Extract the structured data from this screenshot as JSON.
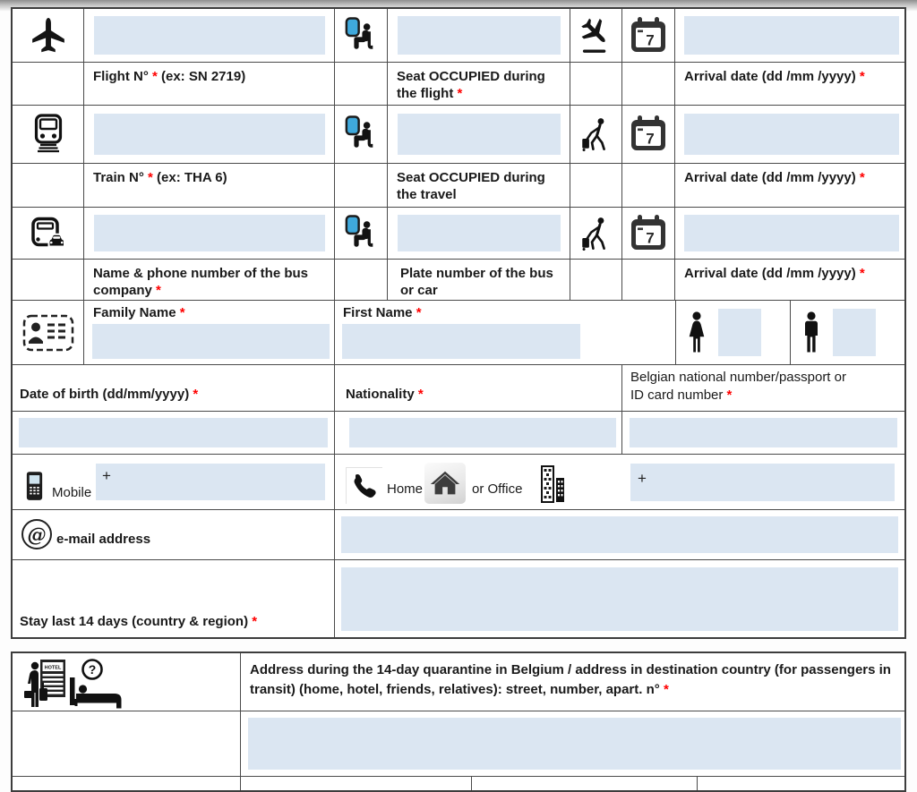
{
  "colors": {
    "field_fill": "#dbe6f2",
    "table_border": "#454545",
    "required_asterisk": "#ff0000",
    "seat_window_blue": "#3FA9DC",
    "text": "#1a1a1a"
  },
  "icons": [
    "airplane-icon",
    "train-icon",
    "bus-car-icon",
    "seat-icon",
    "plane-landing-icon",
    "traveler-luggage-icon",
    "calendar-icon",
    "id-card-icon",
    "woman-icon",
    "man-icon",
    "mobile-phone-icon",
    "phone-handset-icon",
    "home-icon",
    "office-building-icon",
    "at-icon",
    "hotel-guest-icon",
    "question-icon",
    "bed-icon"
  ],
  "form": {
    "calendar_day": "7",
    "transport": {
      "flight": {
        "number_label": "Flight N° * (ex: SN 2719)",
        "seat_label": "Seat OCCUPIED during the flight *",
        "arrival_label": "Arrival date (dd /mm /yyyy) *"
      },
      "train": {
        "number_label": "Train N° * (ex: THA 6)",
        "seat_label": "Seat OCCUPIED during the travel",
        "arrival_label": "Arrival date (dd /mm /yyyy) *"
      },
      "bus": {
        "number_label": "Name & phone number  of the bus company *",
        "seat_label": "Plate number of the bus or car",
        "arrival_label": "Arrival date (dd /mm /yyyy) *"
      }
    },
    "identity": {
      "family_name_label": "Family Name *",
      "first_name_label": "First Name *",
      "dob_label": "Date of birth (dd/mm/yyyy) *",
      "nationality_label": "Nationality *",
      "national_number_label": "Belgian national number/passport or ID card number *"
    },
    "contact": {
      "mobile_label": "Mobile",
      "mobile_prefix": "+",
      "home_label": "Home",
      "office_label": "or Office",
      "phone_prefix": "+",
      "email_label": "e-mail address",
      "at_symbol": "@"
    },
    "stay_label": "Stay last 14 days (country & region) *",
    "quarantine": {
      "address_label": "Address during the 14-day quarantine in Belgium / address in destination country (for passengers in transit) (home, hotel, friends, relatives): street, number, apart. n° *",
      "hotel_sign": "HOTEL",
      "question_mark": "?"
    }
  }
}
